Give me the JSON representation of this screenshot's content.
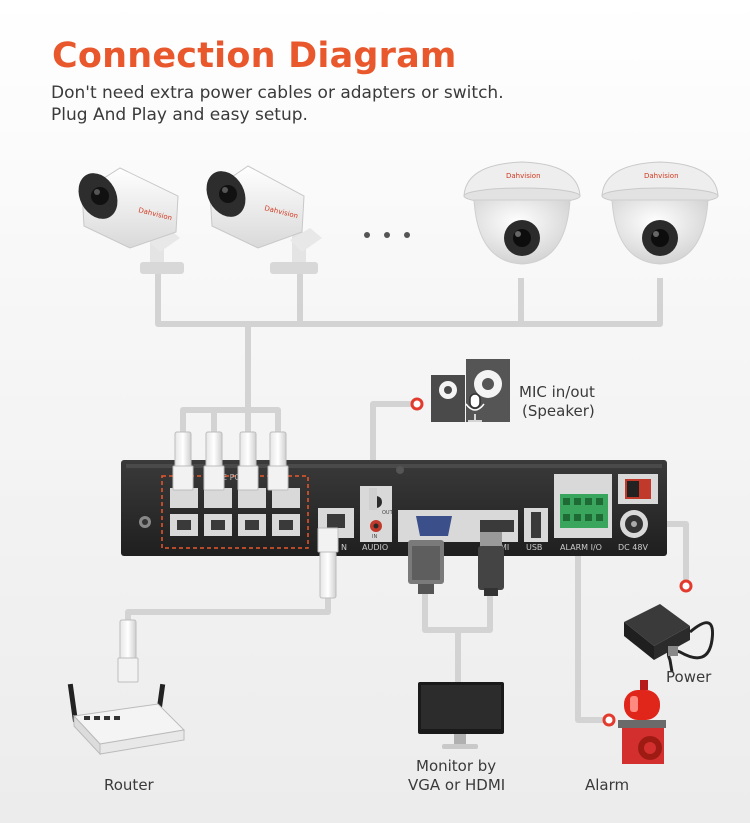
{
  "header": {
    "title": "Connection Diagram",
    "subtitle_line1": "Don't need extra power cables or adapters or switch.",
    "subtitle_line2": "Plug And Play and easy setup."
  },
  "camera_brand": "Dahvision",
  "labels": {
    "mic_line1": "MIC in/out",
    "mic_line2": "(Speaker)",
    "power": "Power",
    "router": "Router",
    "monitor_line1": "Monitor by",
    "monitor_line2": "VGA or HDMI",
    "alarm": "Alarm"
  },
  "nvr_ports": {
    "poe": "E PO",
    "lan": "N",
    "audio": "AUDIO",
    "audio_out": "OUT",
    "audio_in": "IN",
    "hdmi": "MI",
    "usb": "USB",
    "alarm": "ALARM I/O",
    "dc": "DC 48V"
  },
  "colors": {
    "title": "#e8582c",
    "accent_dot": "#e23b2e",
    "cable": "#d3d3d3",
    "nvr_body": "#2b2b2b"
  }
}
